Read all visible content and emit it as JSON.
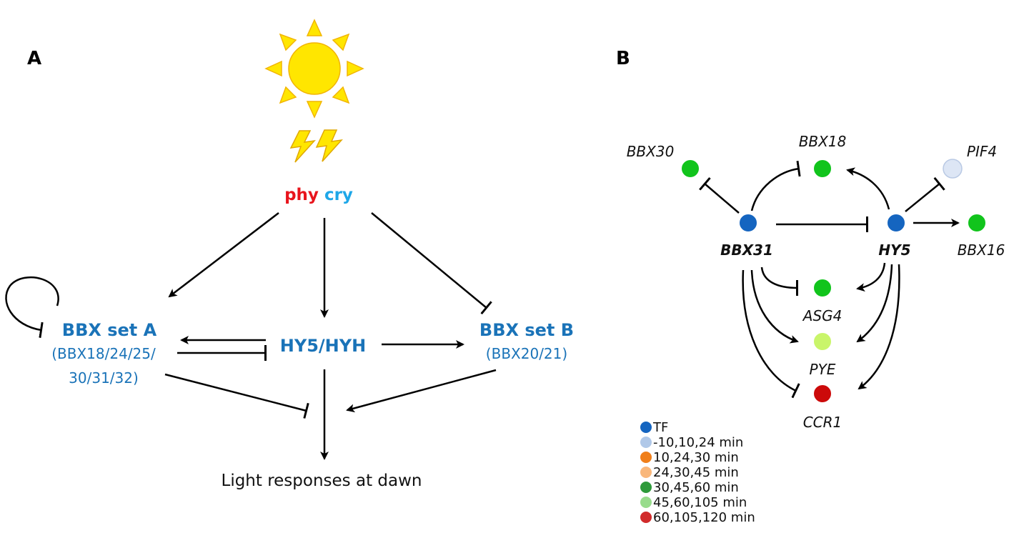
{
  "panel_a": {
    "label": "A",
    "receptors": {
      "phy": "phy",
      "cry": "cry"
    },
    "hub": "HY5/HYH",
    "set_a": {
      "title": "BBX set A",
      "line1": "(BBX18/24/25/",
      "line2": "30/31/32)"
    },
    "set_b": {
      "title": "BBX set B",
      "line1": "(BBX20/21)"
    },
    "outcome": "Light responses at dawn"
  },
  "panel_b": {
    "label": "B",
    "nodes": {
      "bbx30": "BBX30",
      "bbx18": "BBX18",
      "pif4": "PIF4",
      "bbx31": "BBX31",
      "hy5": "HY5",
      "bbx16": "BBX16",
      "asg4": "ASG4",
      "pye": "PYE",
      "ccr1": "CCR1"
    },
    "legend": [
      {
        "label": "TF",
        "color": "#1565c0"
      },
      {
        "label": "-10,10,24 min",
        "color": "#b0c8e8"
      },
      {
        "label": "10,24,30 min",
        "color": "#f07f1a"
      },
      {
        "label": "24,30,45 min",
        "color": "#f9b77b"
      },
      {
        "label": "30,45,60 min",
        "color": "#2e9a3a"
      },
      {
        "label": "45,60,105 min",
        "color": "#98dc8c"
      },
      {
        "label": "60,105,120 min",
        "color": "#d12b2b"
      }
    ]
  },
  "colors": {
    "phy": "#e8141c",
    "cry": "#1ea7e8",
    "blue_text": "#1a73b8",
    "sun": "#ffe600",
    "sun_stroke": "#f2b500",
    "node_tf": "#1565c0",
    "node_green": "#11c41c",
    "node_lime": "#c9f56a",
    "node_red": "#cc0a0a",
    "node_light_blue": "#dde6f5"
  }
}
